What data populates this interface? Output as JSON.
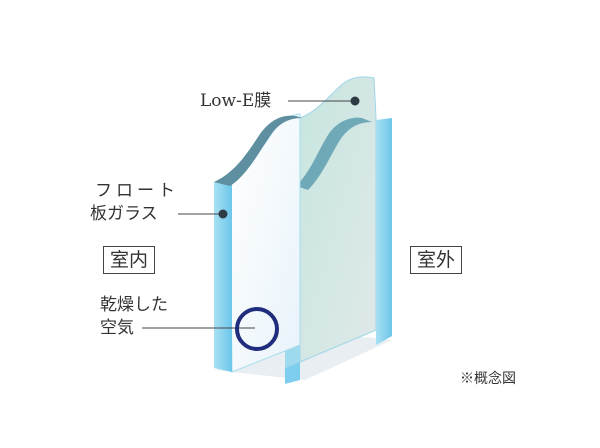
{
  "labels": {
    "low_e_film": "Low-E膜",
    "float_glass_line1": "フロート",
    "float_glass_line2": "板ガラス",
    "dry_air_line1": "乾燥した",
    "dry_air_line2": "空気",
    "indoor": "室内",
    "outdoor": "室外",
    "note": "※概念図"
  },
  "colors": {
    "glass_edge": "#8fd6ef",
    "glass_edge_dark": "#5bbfe4",
    "glass_face_inner": "#f3f9fd",
    "glass_face_outer": "#d8e9e6",
    "low_e_tint": "#b5dcd6",
    "marker_ring": "#1f2d7c",
    "leader_line": "#444444"
  }
}
